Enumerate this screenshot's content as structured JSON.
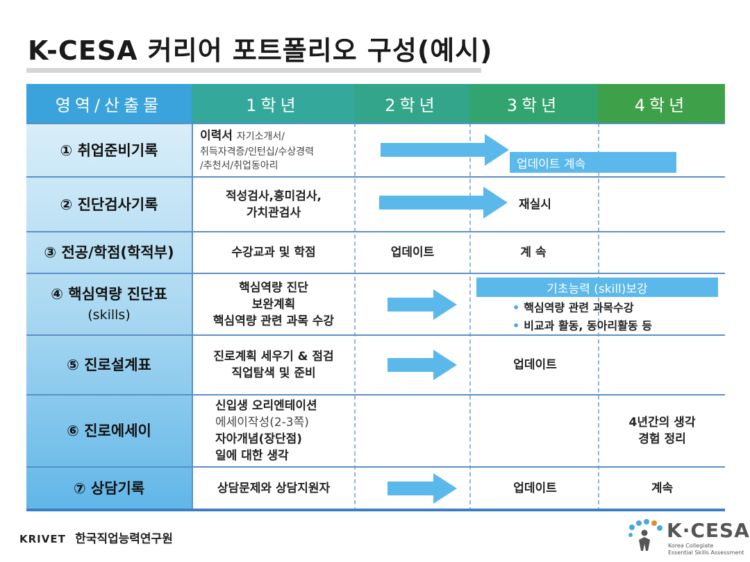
{
  "title": "K-CESA 커리어 포트폴리오 구성(예시)",
  "header": {
    "area": "영역/산출물",
    "year1": "1학년",
    "year2": "2학년",
    "year3": "3학년",
    "year4": "4학년",
    "colors": {
      "area": "#3aa3dc",
      "year1": "#34a99b",
      "year2": "#33a58b",
      "year3": "#32a46f",
      "year4": "#3ea048"
    }
  },
  "rows": [
    {
      "label": "① 취업준비기록",
      "y1_bold": "이력서",
      "y1_light1": "자기소개서/",
      "y1_light2": "취득자격증/인턴십/수상경력",
      "y1_light3": "/추천서/취업동아리",
      "bar_text": "업데이트 계속"
    },
    {
      "label": "② 진단검사기록",
      "y1_line1": "적성검사,흥미검사,",
      "y1_line2": "가치관검사",
      "y3": "재실시"
    },
    {
      "label": "③ 전공/학점(학적부)",
      "y1": "수강교과 및 학점",
      "y2": "업데이트",
      "y3": "계 속"
    },
    {
      "label": "④ 핵심역량 진단표",
      "label_sub": "(skills)",
      "y1_line1": "핵심역량 진단",
      "y1_line2": "보완계획",
      "y1_line3": "핵심역량 관련 과목 수강",
      "bar_text": "기초능력 (skill)보강",
      "bullet1": "핵심역량 관련 과목수강",
      "bullet2": "비교과 활동, 동아리활동 등"
    },
    {
      "label": "⑤ 진로설계표",
      "y1_line1": "진로계획 세우기 & 점검",
      "y1_line2": "직업탐색 및 준비",
      "y3": "업데이트"
    },
    {
      "label": "⑥ 진로에세이",
      "y1_line1": "신입생 오리엔테이션",
      "y1_line2": "에세이작성(2-3쪽)",
      "y1_line3": "자아개념(장단점)",
      "y1_line4": "일에 대한 생각",
      "y4_line1": "4년간의 생각",
      "y4_line2": "경험 정리"
    },
    {
      "label": "⑦ 상담기록",
      "y1": "상담문제와 상담지원자",
      "y3": "업데이트",
      "y4": "계속"
    }
  ],
  "footer": {
    "krivet_en": "KRIVET",
    "krivet_ko": "한국직업능력연구원",
    "kcesa_brand": "K·CESA",
    "kcesa_tag1": "Korea Collegiate",
    "kcesa_tag2": "Essential Skills Assessment"
  },
  "icons": [
    "arrow-right-icon",
    "bullet-dot-icon",
    "kcesa-logo-icon"
  ],
  "accent_color": "#5bb8ea"
}
